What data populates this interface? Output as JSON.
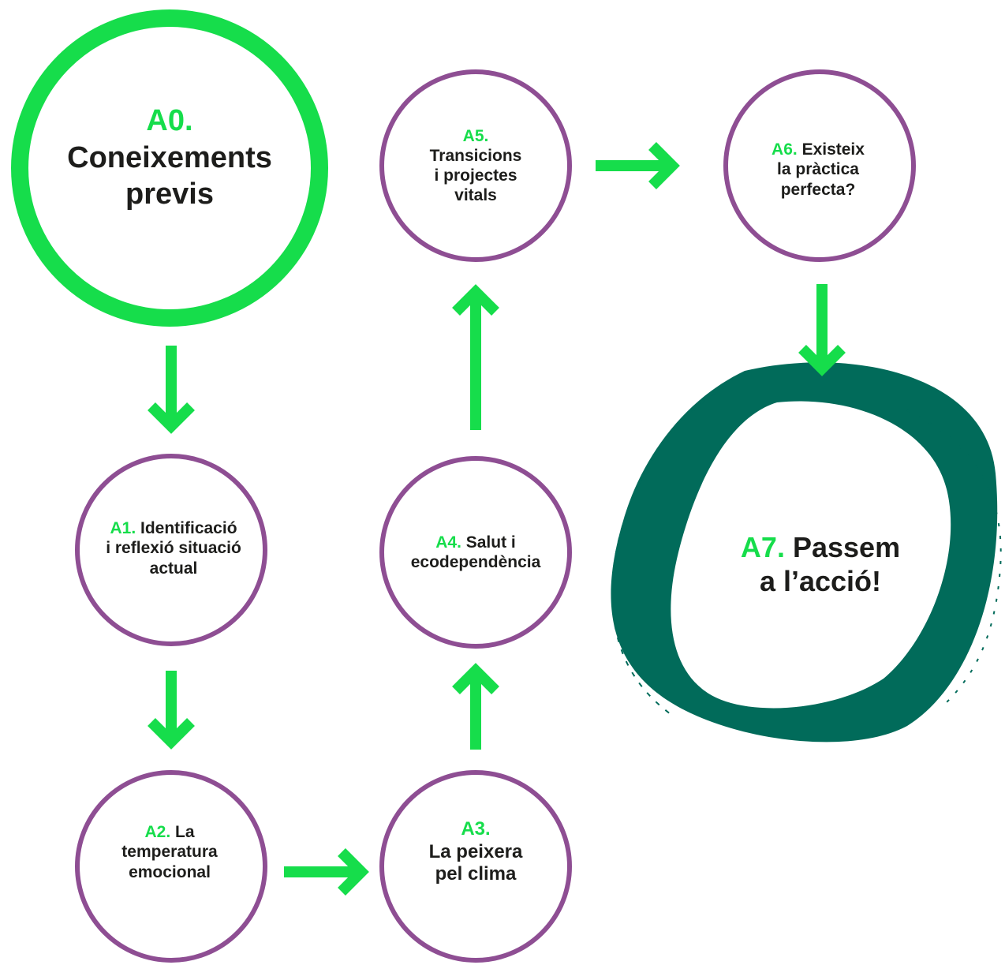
{
  "colors": {
    "green": "#16dd4b",
    "purple": "#8e4e93",
    "dark_green": "#016b5a",
    "text": "#1d1d1b"
  },
  "nodes": {
    "a0": {
      "code": "A0.",
      "lines": [
        "Coneixements",
        "previs"
      ]
    },
    "a1": {
      "code": "A1.",
      "line1_rest": "Identificació",
      "lines": [
        "i reflexió situació",
        "actual"
      ]
    },
    "a2": {
      "code": "A2.",
      "line1_rest": "La",
      "lines": [
        "temperatura",
        "emocional"
      ]
    },
    "a3": {
      "code": "A3.",
      "lines": [
        "La peixera",
        "pel clima"
      ]
    },
    "a4": {
      "code": "A4.",
      "line1_rest": "Salut i",
      "lines": [
        "ecodependència"
      ]
    },
    "a5": {
      "code": "A5.",
      "lines": [
        "Transicions",
        "i projectes",
        "vitals"
      ]
    },
    "a6": {
      "code": "A6.",
      "line1_rest": "Existeix",
      "lines": [
        "la pràctica",
        "perfecta?"
      ]
    },
    "a7": {
      "code": "A7.",
      "line1_rest": "Passem",
      "lines": [
        "a l’acció!"
      ]
    }
  },
  "arrows": [
    {
      "from": "A0",
      "to": "A1",
      "direction": "down"
    },
    {
      "from": "A1",
      "to": "A2",
      "direction": "down"
    },
    {
      "from": "A2",
      "to": "A3",
      "direction": "right"
    },
    {
      "from": "A3",
      "to": "A4",
      "direction": "up"
    },
    {
      "from": "A4",
      "to": "A5",
      "direction": "up"
    },
    {
      "from": "A5",
      "to": "A6",
      "direction": "right"
    },
    {
      "from": "A6",
      "to": "A7",
      "direction": "down"
    }
  ]
}
